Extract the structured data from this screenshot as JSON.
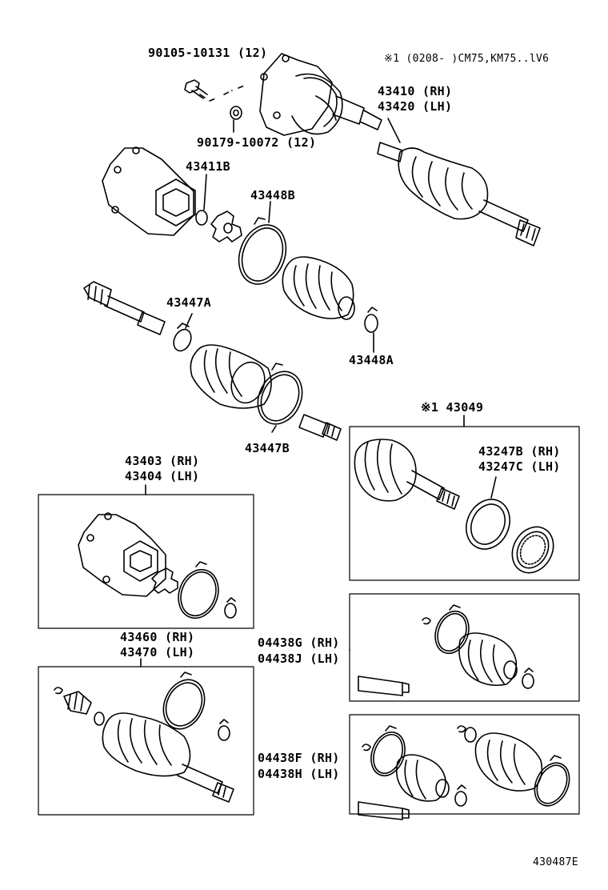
{
  "labels": {
    "bolt": "90105-10131 (12)",
    "nut": "90179-10072 (12)",
    "note_top": "※1 (0208-    )CM75,KM75..lV6",
    "shaft_rh": "43410 (RH)",
    "shaft_lh": "43420 (LH)",
    "p43411b": "43411B",
    "p43448b": "43448B",
    "p43447a": "43447A",
    "p43448a": "43448A",
    "p43447b": "43447B",
    "note_43049": "※1 43049",
    "p43247b": "43247B (RH)",
    "p43247c": "43247C (LH)",
    "p43403": "43403 (RH)",
    "p43404": "43404 (LH)",
    "p43460": "43460 (RH)",
    "p43470": "43470 (LH)",
    "p04438g": "04438G (RH)",
    "p04438j": "04438J (LH)",
    "p04438f": "04438F (RH)",
    "p04438h": "04438H (LH)",
    "figure_code": "430487E"
  }
}
